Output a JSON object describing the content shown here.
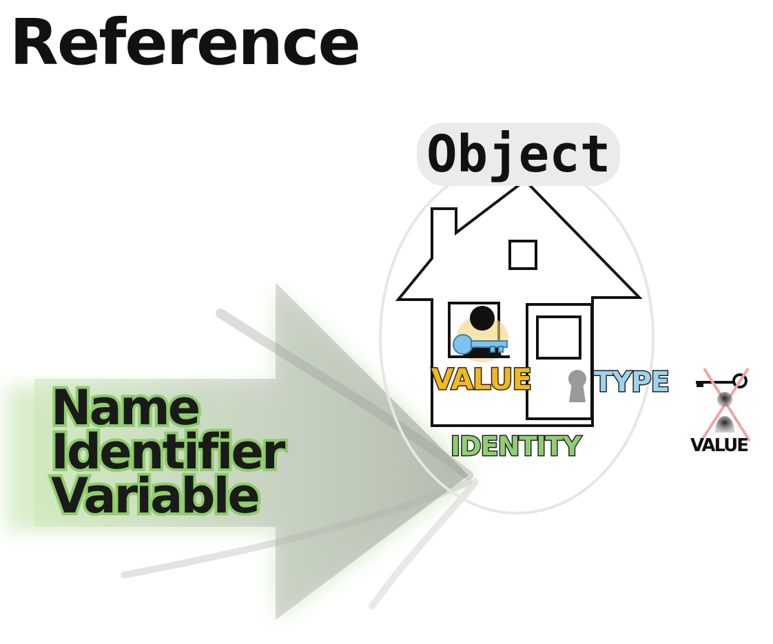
{
  "title": "Reference",
  "object_label": "Object",
  "labels": {
    "value_inside": "VALUE",
    "type": "TYPE",
    "identity": "IDENTITY",
    "value_outside": "VALUE"
  },
  "names": [
    "Name",
    "Identifier",
    "Variable"
  ],
  "colors": {
    "value": "#f2b81e",
    "type": "#9dd3ef",
    "identity": "#8fcf74",
    "arrow_glow": "#8fcc6a",
    "cross": "#f2a4a4"
  }
}
